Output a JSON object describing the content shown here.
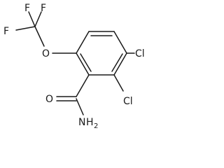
{
  "molecule": {
    "labels": {
      "f_top_left": "F",
      "f_top_right": "F",
      "f_left": "F",
      "oxygen": "O",
      "cl_ring_right": "Cl",
      "cl_ring_bottom": "Cl",
      "carbonyl_oxygen": "O",
      "amide_n": "N",
      "amide_h": "H",
      "amide_h_count": "2"
    }
  }
}
